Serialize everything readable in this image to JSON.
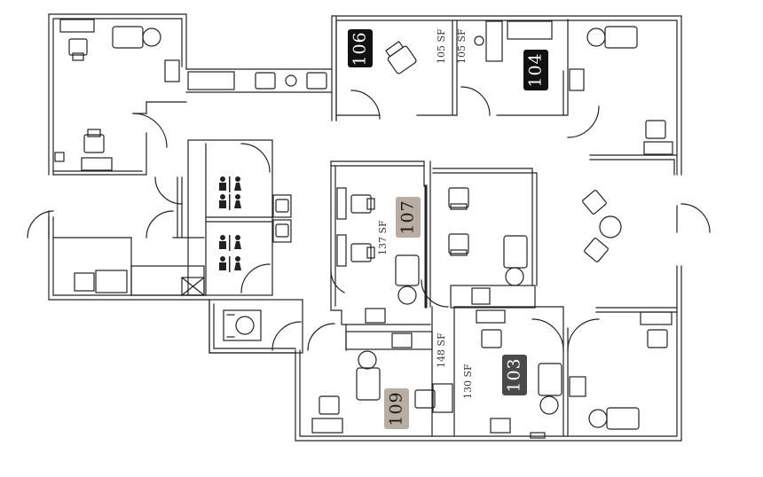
{
  "rooms": {
    "r106": {
      "number": "106",
      "area": "105 SF"
    },
    "r104": {
      "number": "104",
      "area": "105 SF"
    },
    "r107": {
      "number": "107",
      "area": "137 SF"
    },
    "r109": {
      "number": "109",
      "area": "148 SF"
    },
    "r103": {
      "number": "103",
      "area": "130 SF"
    }
  },
  "colors": {
    "wall": "#222222",
    "tag_dark": "#111111",
    "tag_mid": "#4a4a4a",
    "tag_tan": "#b9ada1"
  },
  "icons": [
    "restroom-sign-icon",
    "restroom-sign-icon",
    "washer-icon",
    "chair-icon",
    "salon-chair-icon",
    "sink-icon"
  ]
}
